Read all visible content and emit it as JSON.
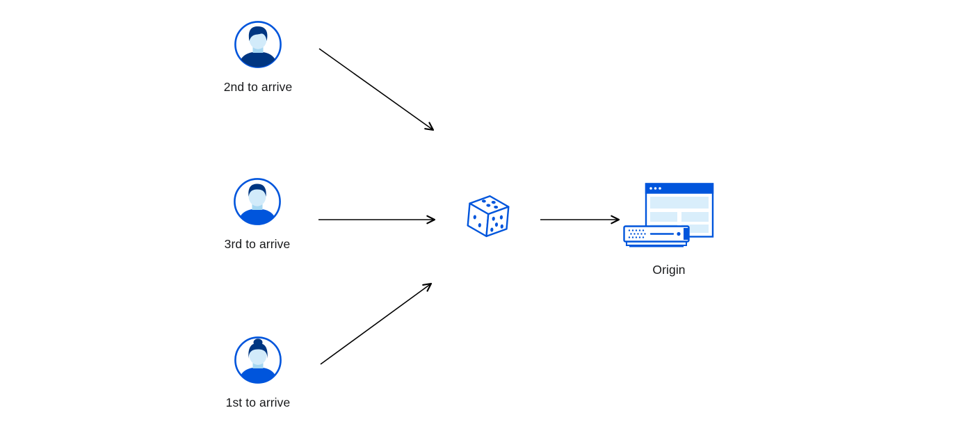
{
  "diagram": {
    "clients": [
      {
        "label": "2nd to arrive",
        "icon": "user-avatar-man-swept-hair"
      },
      {
        "label": "3rd to arrive",
        "icon": "user-avatar-man-short-hair"
      },
      {
        "label": "1st to arrive",
        "icon": "user-avatar-woman-bun"
      }
    ],
    "selector": {
      "icon": "dice-random-selection"
    },
    "origin": {
      "label": "Origin",
      "icon": "origin-browser-and-server"
    },
    "arrows": [
      "client1-to-dice",
      "client2-to-dice",
      "client3-to-dice",
      "dice-to-origin"
    ]
  },
  "colors": {
    "primary": "#0055dc",
    "dark": "#003681",
    "face": "#d2ebfa",
    "neck": "#a6d7f2",
    "panel": "#d9eefb",
    "arrow": "#000000",
    "text": "#17181a"
  }
}
